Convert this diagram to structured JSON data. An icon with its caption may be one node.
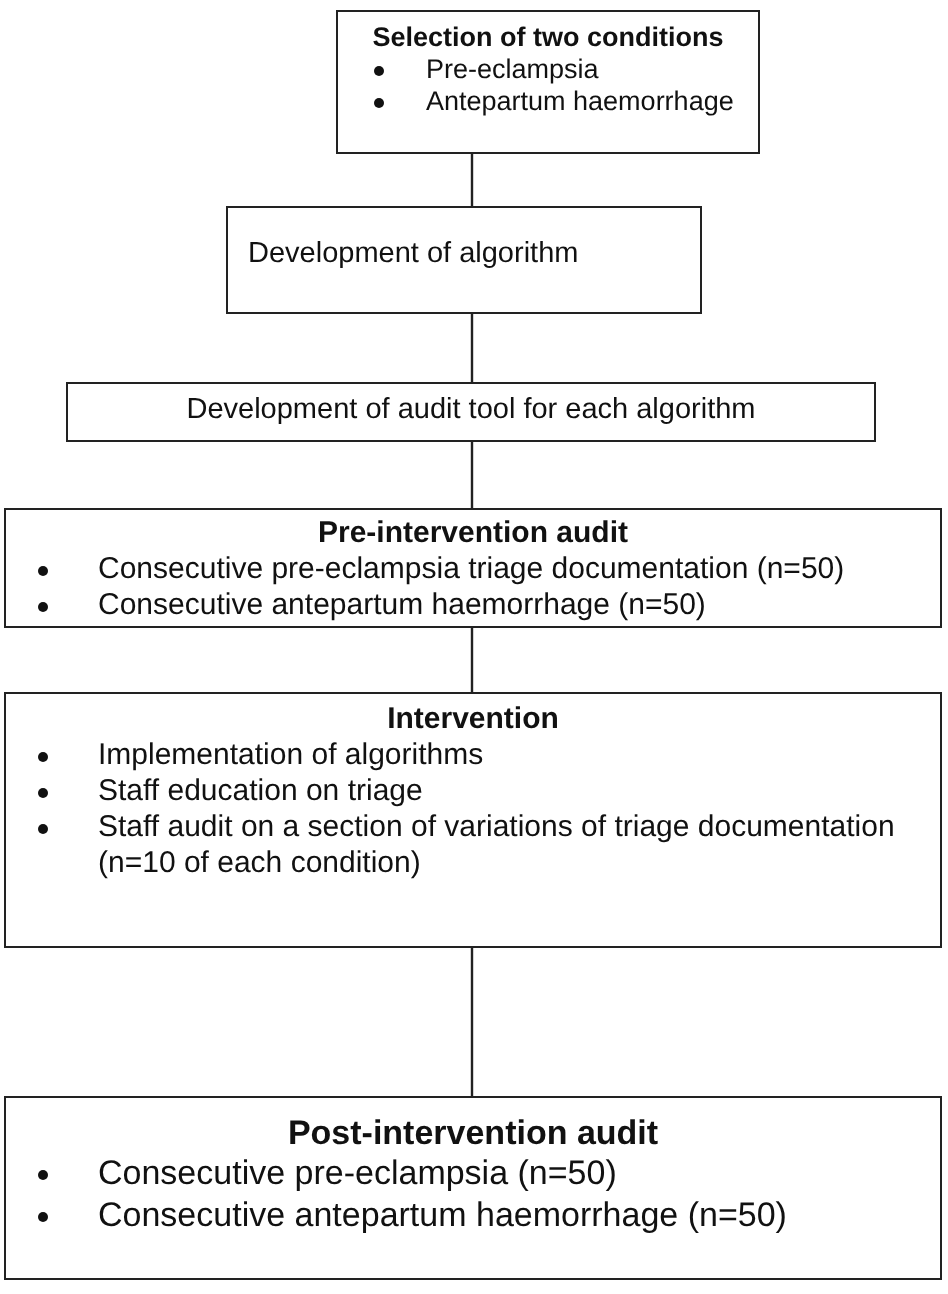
{
  "diagram": {
    "nodes": [
      {
        "text": [
          "Selection of two conditions",
          "Pre-eclampsia",
          "Antepartum haemorrhage"
        ]
      },
      {
        "text": [
          "Development of algorithm"
        ]
      },
      {
        "text": [
          "Development of audit tool for each algorithm"
        ]
      },
      {
        "text": [
          "Pre-intervention audit",
          "Consecutive pre-eclampsia triage documentation (n=50)",
          "Consecutive antepartum haemorrhage (n=50)"
        ]
      },
      {
        "text": [
          "Intervention",
          "Implementation of algorithms",
          "Staff education on triage",
          "Staff audit on a section of variations of triage documentation (n=10 of each condition)"
        ]
      },
      {
        "text": [
          "Post-intervention audit",
          "Consecutive pre-eclampsia (n=50)",
          "Consecutive antepartum haemorrhage (n=50)"
        ]
      }
    ],
    "edges": [
      {
        "from": 0,
        "to": 1,
        "arrow": "none"
      },
      {
        "from": 1,
        "to": 2,
        "arrow": "none"
      },
      {
        "from": 2,
        "to": 3,
        "arrow": "none"
      },
      {
        "from": 3,
        "to": 4,
        "arrow": "none"
      },
      {
        "from": 4,
        "to": 5,
        "arrow": "none"
      }
    ]
  }
}
